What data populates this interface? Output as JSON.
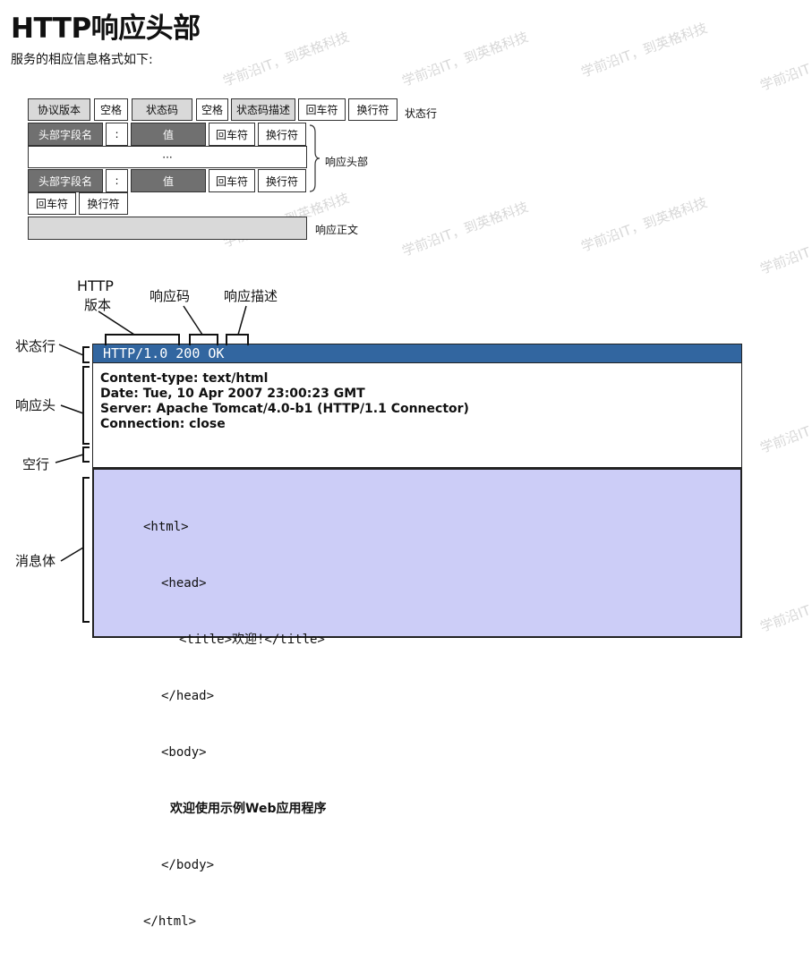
{
  "page": {
    "title": "HTTP响应头部",
    "subtitle": "服务的相应信息格式如下:",
    "watermark": "学前沿IT，到英格科技"
  },
  "table": {
    "row1": [
      "协议版本",
      "空格",
      "状态码",
      "空格",
      "状态码描述",
      "回车符",
      "换行符"
    ],
    "row1_label": "状态行",
    "header_row": [
      "头部字段名",
      ":",
      "值",
      "回车符",
      "换行符"
    ],
    "ellipsis": "···",
    "header_label": "响应头部",
    "crlf_row": [
      "回车符",
      "换行符"
    ],
    "body_label": "响应正文"
  },
  "diagram": {
    "top_labels": {
      "version_line1": "HTTP",
      "version_line2": "版本",
      "code": "响应码",
      "desc": "响应描述"
    },
    "side_labels": {
      "status": "状态行",
      "headers": "响应头",
      "blank": "空行",
      "body": "消息体"
    },
    "status_line": "HTTP/1.0 200 OK",
    "headers": [
      "Content-type: text/html",
      "Date: Tue, 10 Apr 2007 23:00:23 GMT",
      "Server: Apache Tomcat/4.0-b1 (HTTP/1.1 Connector)",
      "Connection: close"
    ],
    "body_lines": [
      "<html>",
      "<head>",
      "<title>欢迎!</title>",
      "</head>",
      "<body>",
      "欢迎使用示例Web应用程序",
      "</body>",
      "</html>"
    ],
    "colors": {
      "status_bg": "#3266a0",
      "body_bg": "#cccdf7"
    }
  }
}
